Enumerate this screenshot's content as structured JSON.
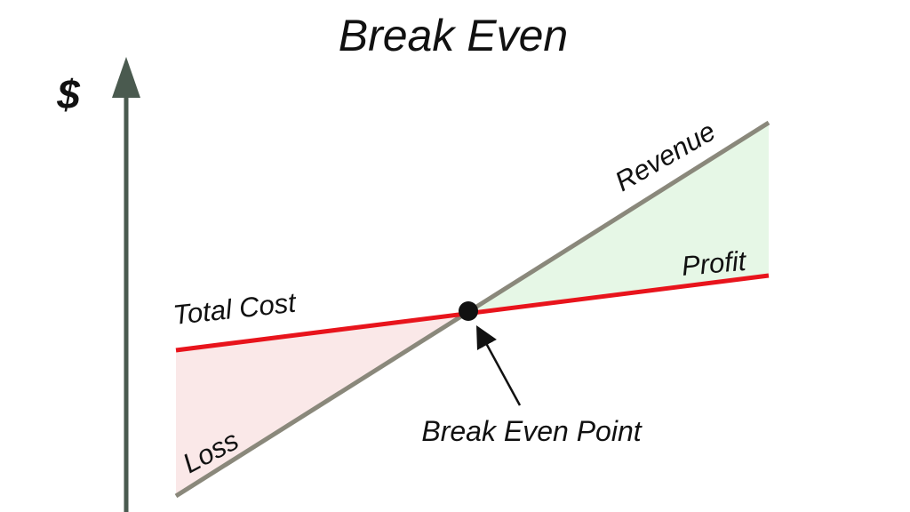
{
  "title": "Break Even",
  "y_axis_symbol": "$",
  "labels": {
    "revenue": "Revenue",
    "total_cost": "Total Cost",
    "profit": "Profit",
    "loss": "Loss",
    "break_even_point": "Break Even Point"
  },
  "colors": {
    "revenue_line": "#8a887b",
    "total_cost_line": "#e8141c",
    "profit_fill": "#e6f7e6",
    "loss_fill": "#fae8e8",
    "axis": "#4a5a4f",
    "point": "#111111"
  }
}
